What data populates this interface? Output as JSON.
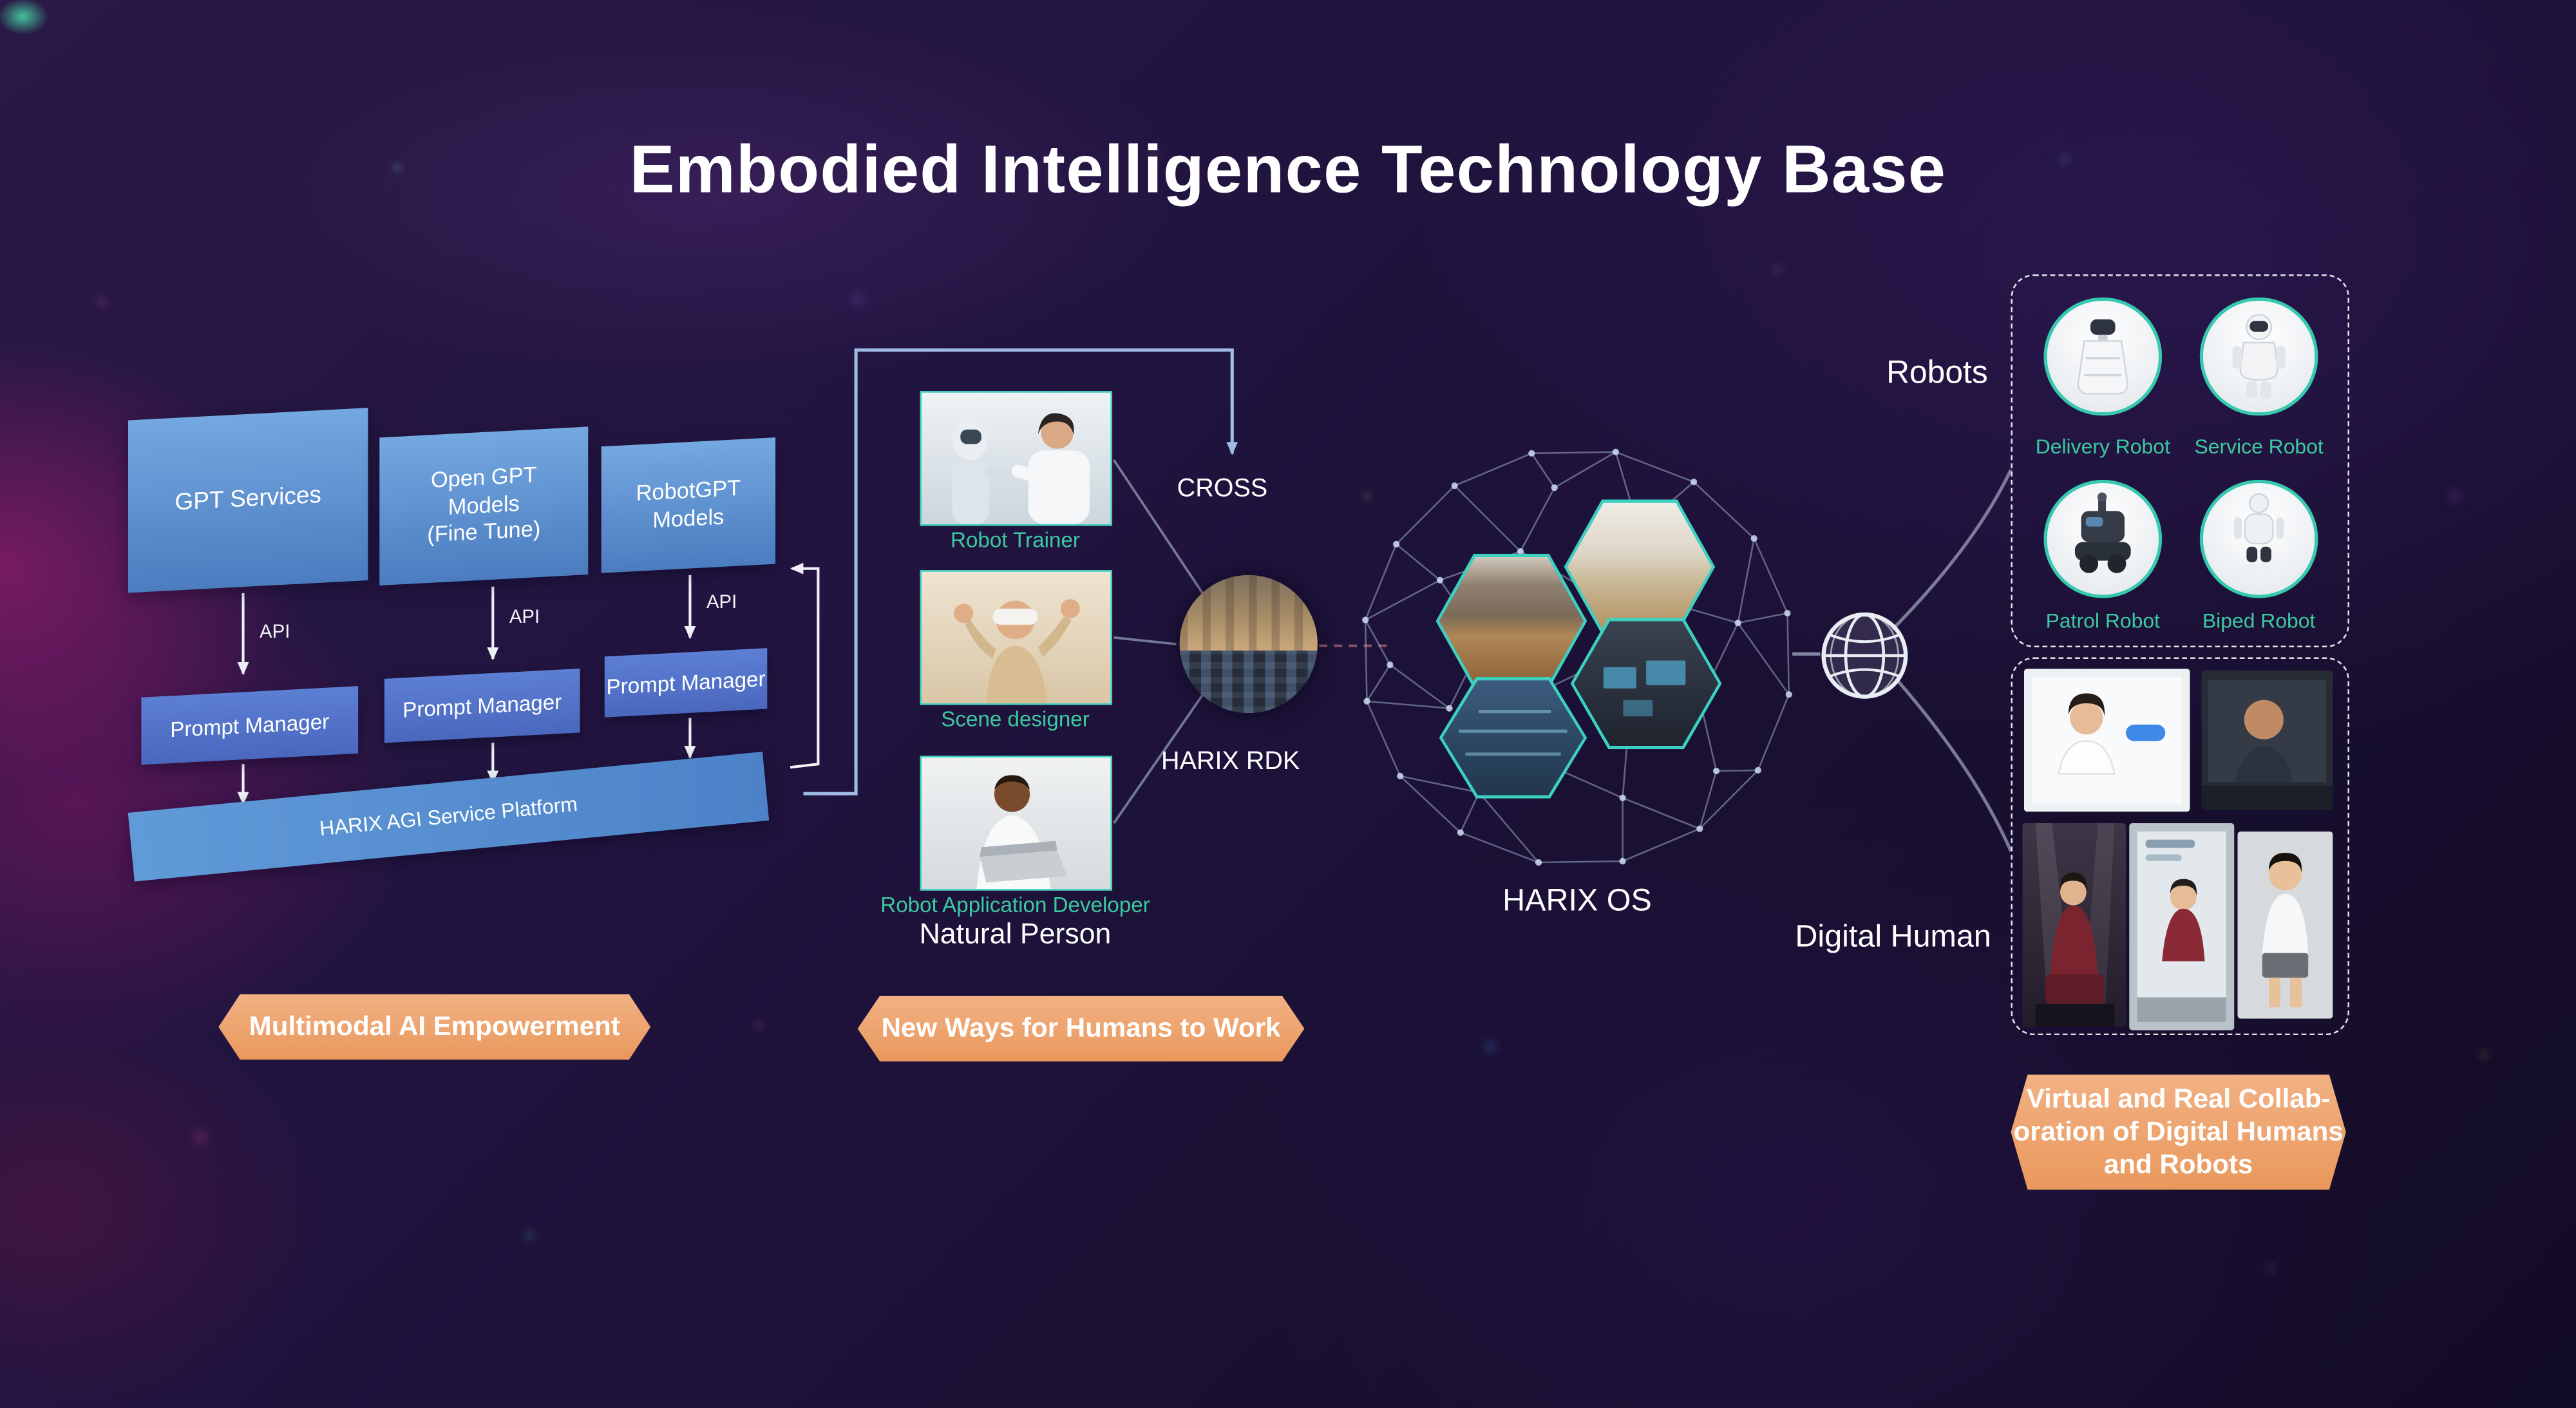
{
  "title": "Embodied Intelligence Technology Base",
  "left": {
    "models": [
      {
        "label": "GPT Services"
      },
      {
        "label": "Open GPT\nModels\n(Fine Tune)"
      },
      {
        "label": "RobotGPT\nModels"
      }
    ],
    "api_label": "API",
    "prompt_managers": [
      {
        "label": "Prompt Manager"
      },
      {
        "label": "Prompt Manager"
      },
      {
        "label": "Prompt Manager"
      }
    ],
    "platform_label": "HARIX AGI Service Platform",
    "banner": "Multimodal AI Empowerment"
  },
  "middle": {
    "persons": [
      {
        "caption": "Robot Trainer"
      },
      {
        "caption": "Scene designer"
      },
      {
        "caption": "Robot Application Developer"
      }
    ],
    "group_label": "Natural Person",
    "banner": "New Ways for Humans to Work",
    "cross_label": "CROSS",
    "rdk_label": "HARIX RDK"
  },
  "center": {
    "os_label": "HARIX OS"
  },
  "right": {
    "robots_label": "Robots",
    "robots": [
      {
        "name": "Delivery Robot"
      },
      {
        "name": "Service Robot"
      },
      {
        "name": "Patrol Robot"
      },
      {
        "name": "Biped Robot"
      }
    ],
    "digital_human_label": "Digital Human",
    "banner": "Virtual and Real Collab-\noration of Digital Humans\nand Robots"
  }
}
